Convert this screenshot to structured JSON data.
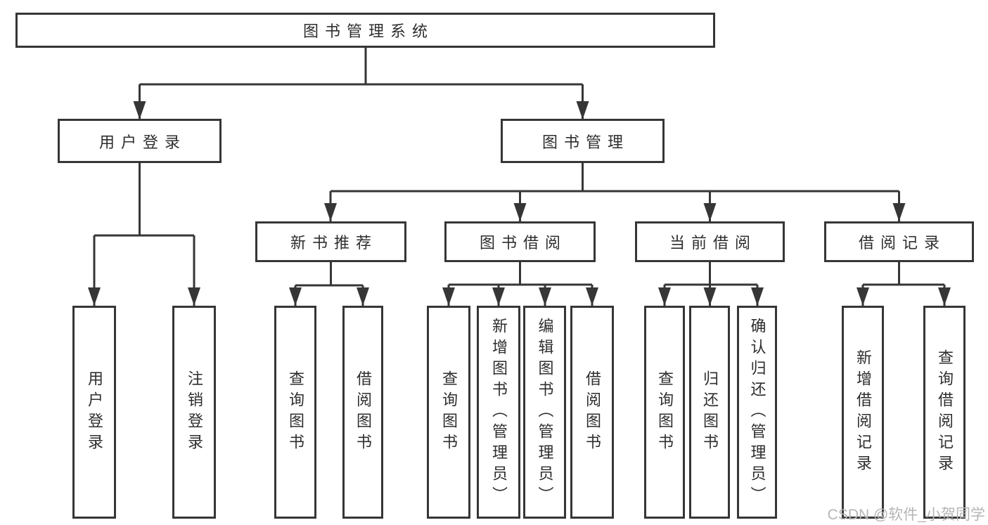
{
  "diagram": {
    "colors": {
      "line": "#363636",
      "text": "#2e2e2e",
      "background": "#ffffff",
      "watermark": "#b5b5b5"
    },
    "nodes": {
      "root": "图书管理系统",
      "user_login": "用户登录",
      "book_mgmt": "图书管理",
      "new_books": "新书推荐",
      "book_borrow": "图书借阅",
      "current_borrow": "当前借阅",
      "borrow_records": "借阅记录"
    },
    "leaves": {
      "user_login": [
        "用户登录",
        "注销登录"
      ],
      "new_books": [
        "查询图书",
        "借阅图书"
      ],
      "book_borrow": [
        "查询图书",
        "新增图书（管理员）",
        "编辑图书（管理员）",
        "借阅图书"
      ],
      "current_borrow": [
        "查询图书",
        "归还图书",
        "确认归还（管理员）"
      ],
      "borrow_records": [
        "新增借阅记录",
        "查询借阅记录"
      ]
    },
    "watermark": "CSDN @软件_小贺同学"
  }
}
